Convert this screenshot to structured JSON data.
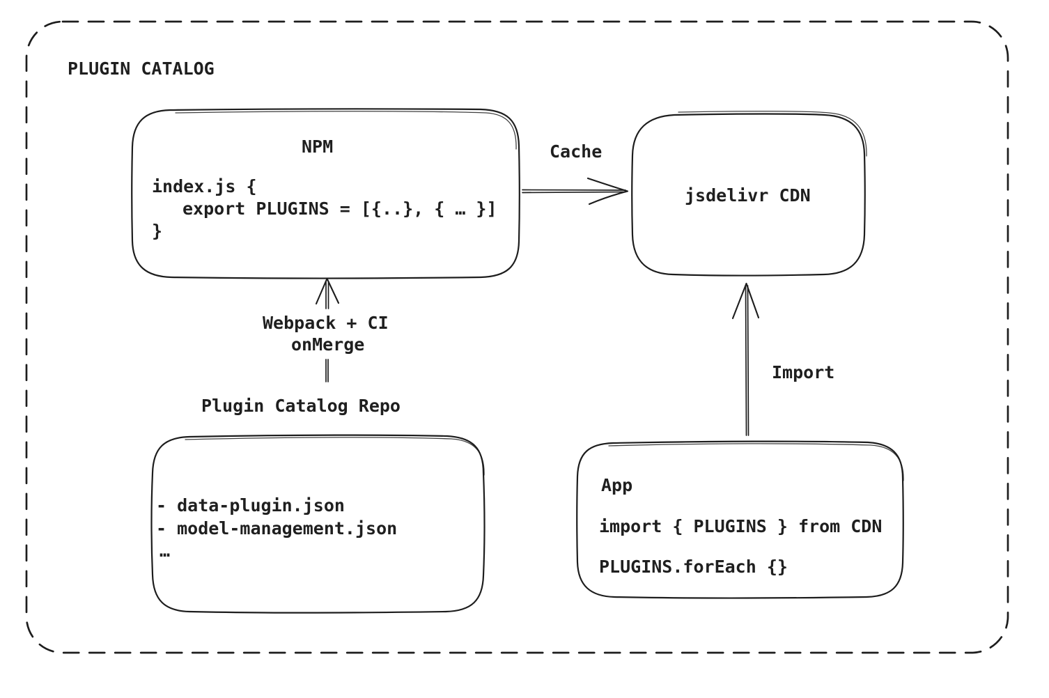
{
  "diagram": {
    "title": "PLUGIN CATALOG",
    "nodes": {
      "npm": {
        "title": "NPM",
        "code_line1": "index.js {",
        "code_line2": "export PLUGINS = [{..}, { … }]",
        "code_line3": "}"
      },
      "cdn": {
        "title": "jsdelivr CDN"
      },
      "repo": {
        "title": "Plugin Catalog Repo",
        "files": [
          "- data-plugin.json",
          "- model-management.json",
          "…"
        ]
      },
      "app": {
        "title": "App",
        "code_line1": "import { PLUGINS } from CDN",
        "code_line2": "PLUGINS.forEach {}"
      }
    },
    "edges": {
      "cache": {
        "label": "Cache",
        "from": "NPM",
        "to": "jsdelivr CDN"
      },
      "build": {
        "label_line1": "Webpack + CI",
        "label_line2": "onMerge",
        "from": "Plugin Catalog Repo",
        "to": "NPM"
      },
      "import": {
        "label": "Import",
        "from": "App",
        "to": "jsdelivr CDN"
      }
    },
    "colors": {
      "stroke": "#1d1d1d",
      "text": "#1f1f1f",
      "background": "#ffffff"
    }
  }
}
